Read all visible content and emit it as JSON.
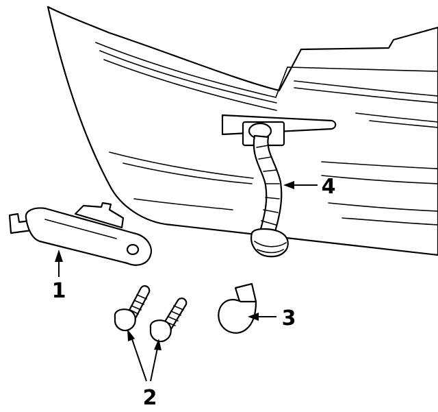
{
  "callouts": {
    "side_marker_lamp": "1",
    "screws": "2",
    "bulb": "3",
    "socket_wire": "4"
  },
  "colors": {
    "line": "#000000",
    "background": "#ffffff"
  }
}
